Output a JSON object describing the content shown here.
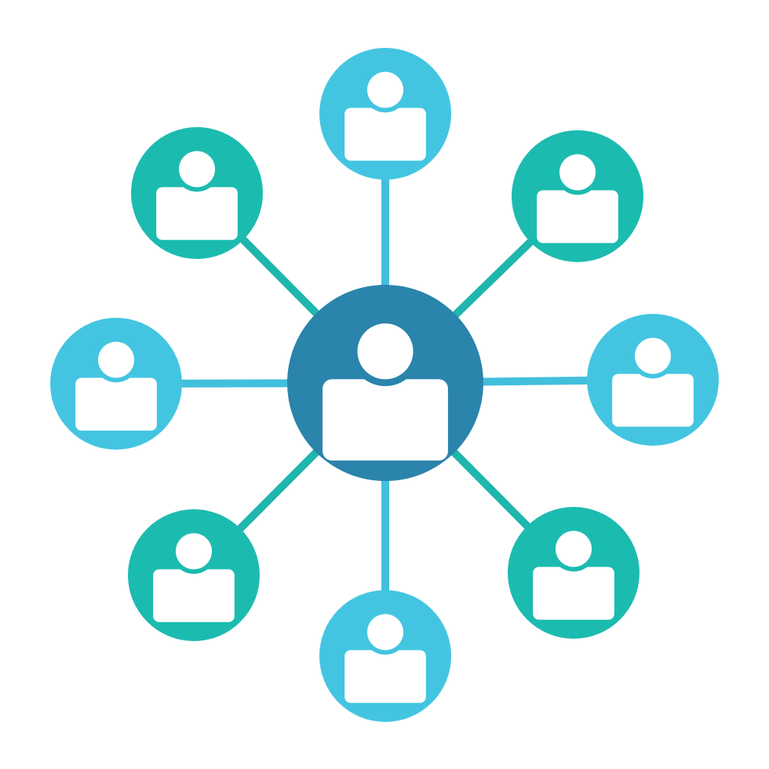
{
  "colors": {
    "background": "#ffffff",
    "center_node": "#2a84ab",
    "teal": "#1cbbb0",
    "sky": "#43c5e1",
    "connector_teal": "#1fb6ad",
    "connector_sky": "#41bfdc",
    "icon_fill": "#ffffff"
  },
  "diagram": {
    "type": "hub-and-spoke network",
    "center": {
      "name": "hub-person",
      "icon": "person-icon",
      "color": "center_node"
    },
    "nodes": [
      {
        "name": "node-top",
        "direction": "top",
        "icon": "person-icon",
        "color": "sky"
      },
      {
        "name": "node-top-right",
        "direction": "top-right",
        "icon": "person-icon",
        "color": "teal"
      },
      {
        "name": "node-right",
        "direction": "right",
        "icon": "person-icon",
        "color": "sky"
      },
      {
        "name": "node-bottom-right",
        "direction": "bottom-right",
        "icon": "person-icon",
        "color": "teal"
      },
      {
        "name": "node-bottom",
        "direction": "bottom",
        "icon": "person-icon",
        "color": "sky"
      },
      {
        "name": "node-bottom-left",
        "direction": "bottom-left",
        "icon": "person-icon",
        "color": "teal"
      },
      {
        "name": "node-left",
        "direction": "left",
        "icon": "person-icon",
        "color": "sky"
      },
      {
        "name": "node-top-left",
        "direction": "top-left",
        "icon": "person-icon",
        "color": "teal"
      }
    ]
  }
}
